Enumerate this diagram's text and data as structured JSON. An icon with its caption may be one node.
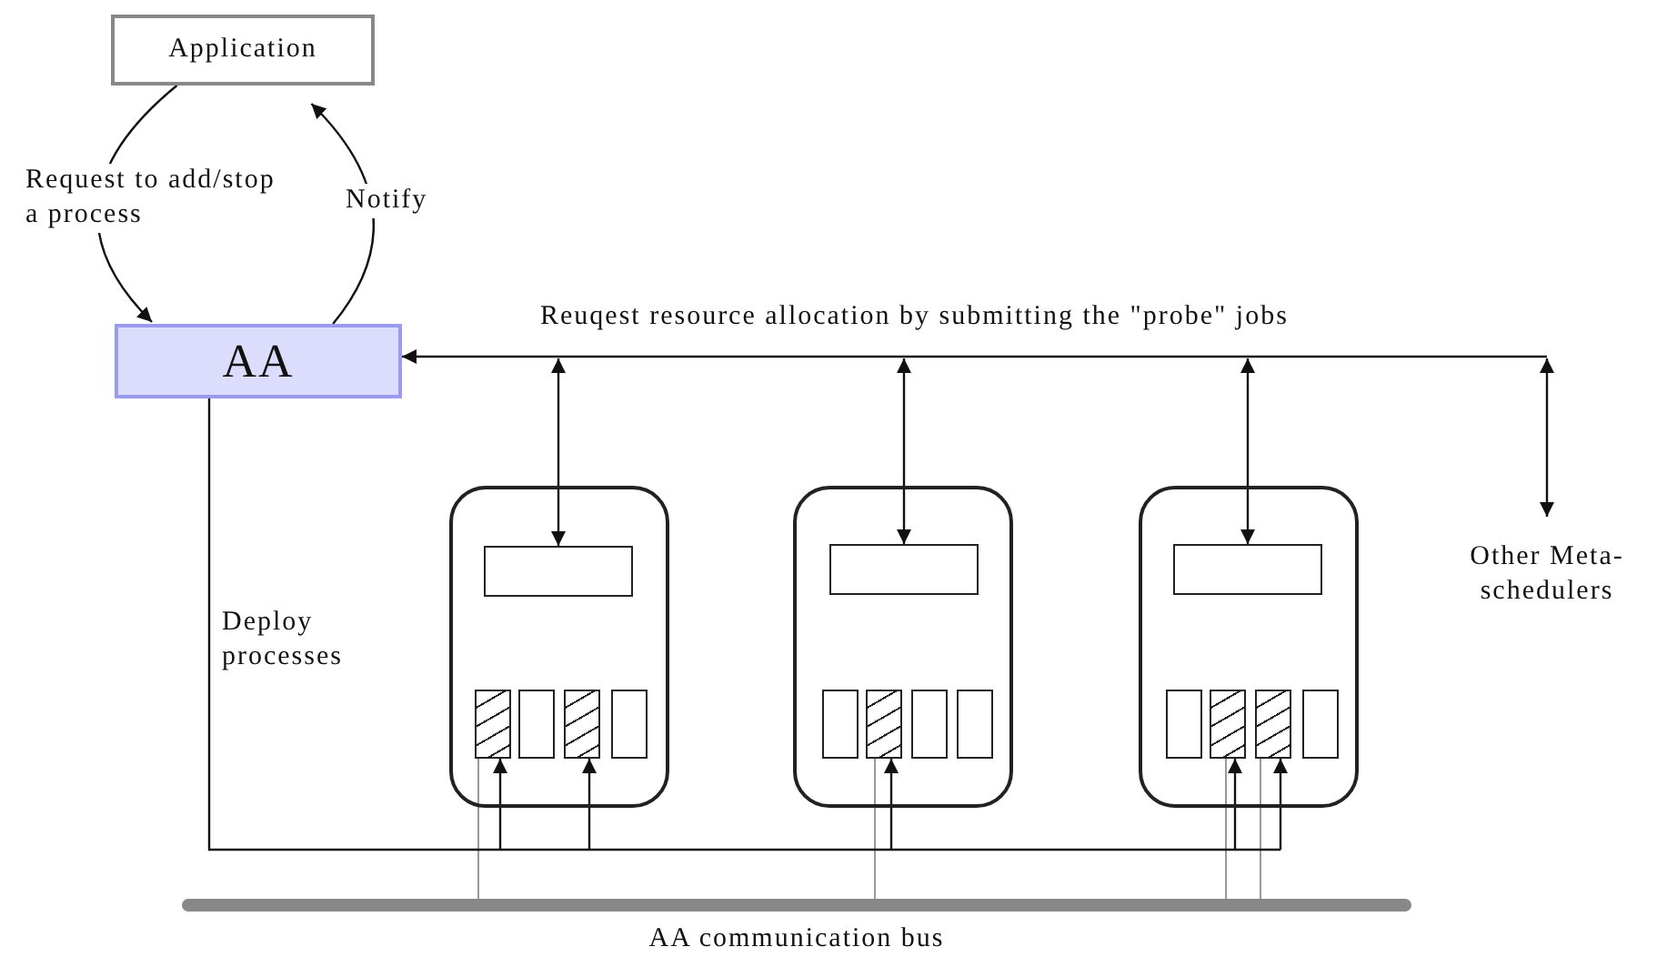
{
  "diagram": {
    "nodes": [
      {
        "text": [
          "Application"
        ]
      },
      {
        "text": [
          "AA"
        ]
      },
      {
        "text": [],
        "shape": "box"
      },
      {
        "text": [],
        "shape": "box",
        "in": 2
      },
      {
        "text": [],
        "shape": "box",
        "in": 2
      },
      {
        "text": [],
        "shape": "box",
        "in": 2
      },
      {
        "text": [],
        "shape": "box",
        "in": 2
      },
      {
        "text": [],
        "shape": "box",
        "in": 2
      },
      {
        "text": [],
        "shape": "box"
      },
      {
        "text": [],
        "shape": "box",
        "in": 8
      },
      {
        "text": [],
        "shape": "box",
        "in": 8
      },
      {
        "text": [],
        "shape": "box",
        "in": 8
      },
      {
        "text": [],
        "shape": "box",
        "in": 8
      },
      {
        "text": [],
        "shape": "box",
        "in": 8
      },
      {
        "text": [],
        "shape": "box"
      },
      {
        "text": [],
        "shape": "box",
        "in": 14
      },
      {
        "text": [],
        "shape": "box",
        "in": 14
      },
      {
        "text": [],
        "shape": "box",
        "in": 14
      },
      {
        "text": [],
        "shape": "box",
        "in": 14
      },
      {
        "text": [],
        "shape": "box",
        "in": 14
      },
      {
        "text": [
          "Other Meta-schedulers"
        ]
      },
      {
        "text": [],
        "shape": "bar",
        "beside": [
          "AA communication bus"
        ]
      }
    ],
    "edges": [
      {
        "from": 0,
        "to": 1,
        "arrow": "to",
        "label": "Request to add/stop a process"
      },
      {
        "from": 1,
        "to": 0,
        "arrow": "to",
        "label": "Notify"
      },
      {
        "from": 1,
        "to": 3,
        "arrow": "both",
        "label": "Reuqest resource allocation by submitting the \"probe\" jobs"
      },
      {
        "from": 1,
        "to": 9,
        "arrow": "both"
      },
      {
        "from": 1,
        "to": 15,
        "arrow": "both"
      },
      {
        "from": 1,
        "to": 20,
        "arrow": "both"
      },
      {
        "from": 1,
        "to": 4,
        "arrow": "to",
        "label": "Deploy processes"
      },
      {
        "from": 1,
        "to": 6,
        "arrow": "to"
      },
      {
        "from": 1,
        "to": 11,
        "arrow": "to"
      },
      {
        "from": 1,
        "to": 17,
        "arrow": "to"
      },
      {
        "from": 1,
        "to": 18,
        "arrow": "to"
      },
      {
        "from": 21,
        "to": 4,
        "arrow": "none",
        "color": "#999999"
      },
      {
        "from": 21,
        "to": 11,
        "arrow": "none",
        "color": "#999999"
      },
      {
        "from": 21,
        "to": 17,
        "arrow": "none",
        "color": "#999999"
      },
      {
        "from": 21,
        "to": 18,
        "arrow": "none",
        "color": "#999999"
      }
    ]
  }
}
